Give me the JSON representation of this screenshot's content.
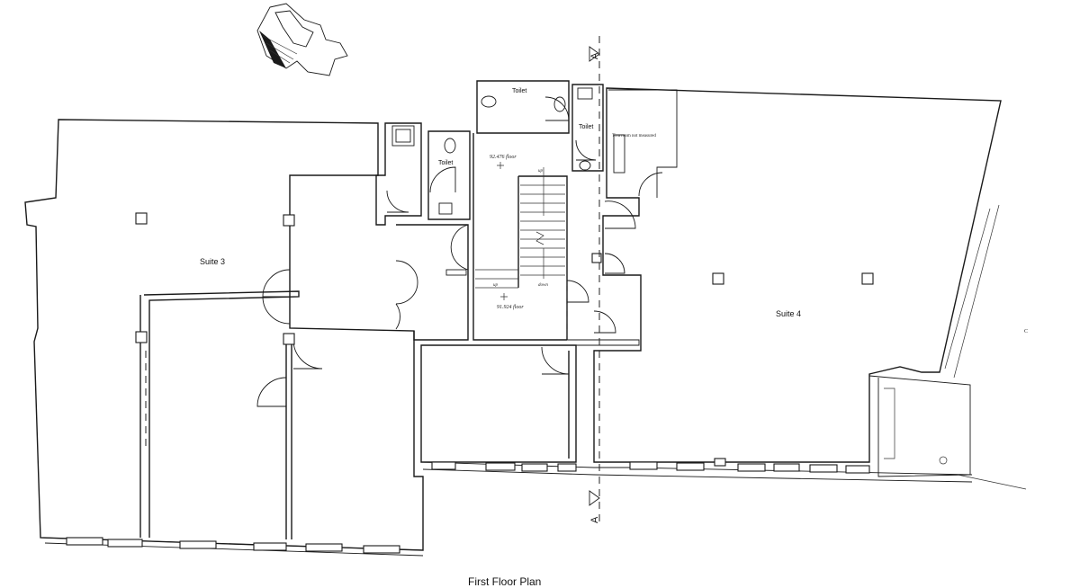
{
  "plan": {
    "title": "First Floor Plan",
    "rooms": {
      "suite3": "Suite 3",
      "suite4": "Suite 4",
      "toilet_a": "Toilet",
      "toilet_b": "Toilet",
      "toilet_c": "Toilet",
      "not_measured": "Tiva room not measured"
    },
    "levels": {
      "upper": "92.476 floor",
      "lower": "91.924 floor"
    },
    "stair_labels": {
      "up": "up",
      "down": "down"
    },
    "section_markers": {
      "top": "A",
      "bottom": "A"
    },
    "edge_mark": "C"
  }
}
